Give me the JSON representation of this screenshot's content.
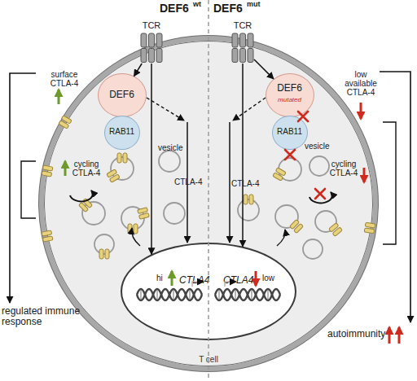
{
  "diagram": {
    "nodes": [
      {
        "text": [
          "T cell"
        ]
      },
      {
        "text": [
          "TCR"
        ]
      },
      {
        "text": [
          "TCR"
        ]
      },
      {
        "text": [
          "DEF6"
        ],
        "in": 0
      },
      {
        "text": [
          "RAB11"
        ],
        "in": 0
      },
      {
        "text": [
          "DEF6",
          "mutated"
        ],
        "in": 0
      },
      {
        "text": [
          "RAB11"
        ],
        "in": 0
      },
      {
        "text": [
          "hi",
          "CTLA4",
          "CTLA4",
          "low"
        ],
        "in": 0
      }
    ],
    "edges": [
      {
        "from": 1,
        "to": 3,
        "arrow": "to"
      },
      {
        "from": 1,
        "to": 7,
        "arrow": "to"
      },
      {
        "from": 2,
        "to": 5,
        "arrow": "to"
      },
      {
        "from": 2,
        "to": 7,
        "arrow": "to"
      }
    ],
    "labels": [
      "DEF6",
      "wt",
      "DEF6",
      "mut",
      "surface CTLA-4",
      "cycling CTLA-4",
      "vesicle",
      "CTLA-4",
      "regulated immune response",
      "low available CTLA-4",
      "vesicle",
      "CTLA-4",
      "cycling CTLA-4",
      "autoimmunity"
    ]
  }
}
